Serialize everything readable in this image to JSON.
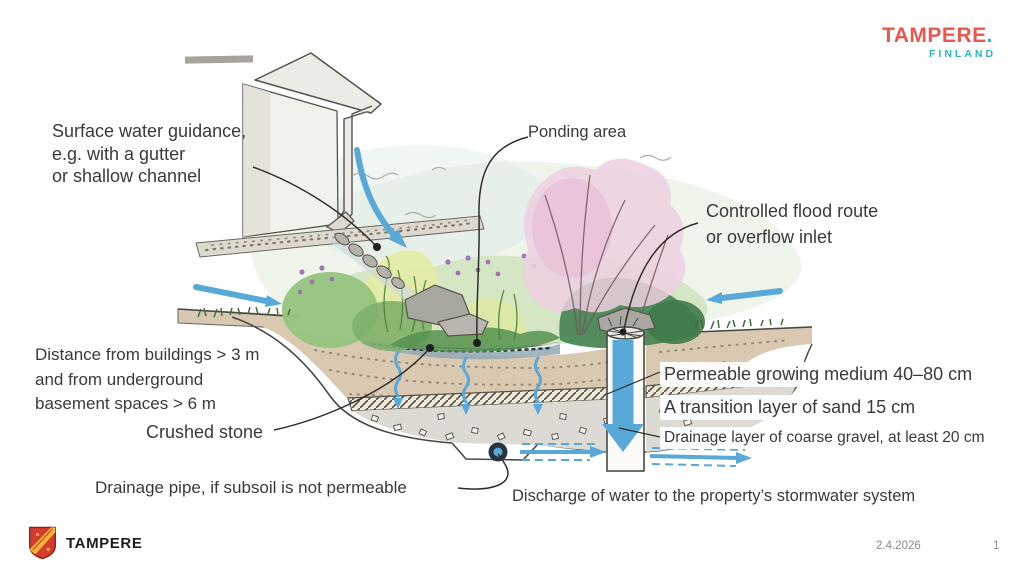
{
  "slide": {
    "header": {
      "wordmark": "TAMPERE",
      "wordmark_dot": ".",
      "wordmark_sub": "FINLAND"
    },
    "footer": {
      "city_name": "TAMPERE",
      "date": "2.4.2026",
      "page_number": "1"
    },
    "diagram": {
      "labels": {
        "surface_water": "Surface water guidance,\ne.g. with a gutter\nor shallow channel",
        "ponding_area": "Ponding area",
        "controlled_flood": "Controlled flood route\nor overflow inlet",
        "distance": "Distance from buildings > 3 m\nand from underground\nbasement spaces > 6 m",
        "crushed_stone": "Crushed stone",
        "growing_medium": "Permeable growing medium 40–80 cm",
        "sand_layer": "A transition layer of sand 15 cm",
        "gravel_layer": "Drainage layer of coarse gravel, at least 20 cm",
        "drainage_pipe": "Drainage pipe, if subsoil is not permeable",
        "discharge": "Discharge of water to the property’s stormwater system"
      },
      "icons": {
        "tampere_coat_of_arms": "red shield with golden diagonal band",
        "rain_garden_illustration": "watercolor cross-section of a rain garden"
      },
      "colors": {
        "brand_red": "#e8584e",
        "brand_teal": "#2ab5c1",
        "arrow_blue": "#58a9d7",
        "soil_tan": "#dac9b1",
        "label_text": "#3a3a3a",
        "muted_text": "#8a8a8a"
      }
    }
  }
}
